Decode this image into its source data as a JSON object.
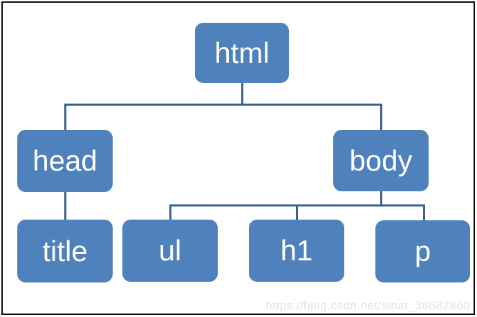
{
  "diagram": {
    "type": "tree",
    "description": "HTML DOM element tree",
    "nodes": {
      "html": {
        "label": "html",
        "parent": null
      },
      "head": {
        "label": "head",
        "parent": "html"
      },
      "body": {
        "label": "body",
        "parent": "html"
      },
      "title": {
        "label": "title",
        "parent": "head"
      },
      "ul": {
        "label": "ul",
        "parent": "body"
      },
      "h1": {
        "label": "h1",
        "parent": "body"
      },
      "p": {
        "label": "p",
        "parent": "body"
      }
    },
    "edges": [
      [
        "html",
        "head"
      ],
      [
        "html",
        "body"
      ],
      [
        "head",
        "title"
      ],
      [
        "body",
        "ul"
      ],
      [
        "body",
        "h1"
      ],
      [
        "body",
        "p"
      ]
    ],
    "colors": {
      "node_fill": "#4f81bd",
      "connector": "#3a628f",
      "node_text": "#ffffff",
      "watermark": "#e3e3e3"
    }
  },
  "watermark": {
    "text": "https://blog.csdn.net/sinat_38682860"
  }
}
